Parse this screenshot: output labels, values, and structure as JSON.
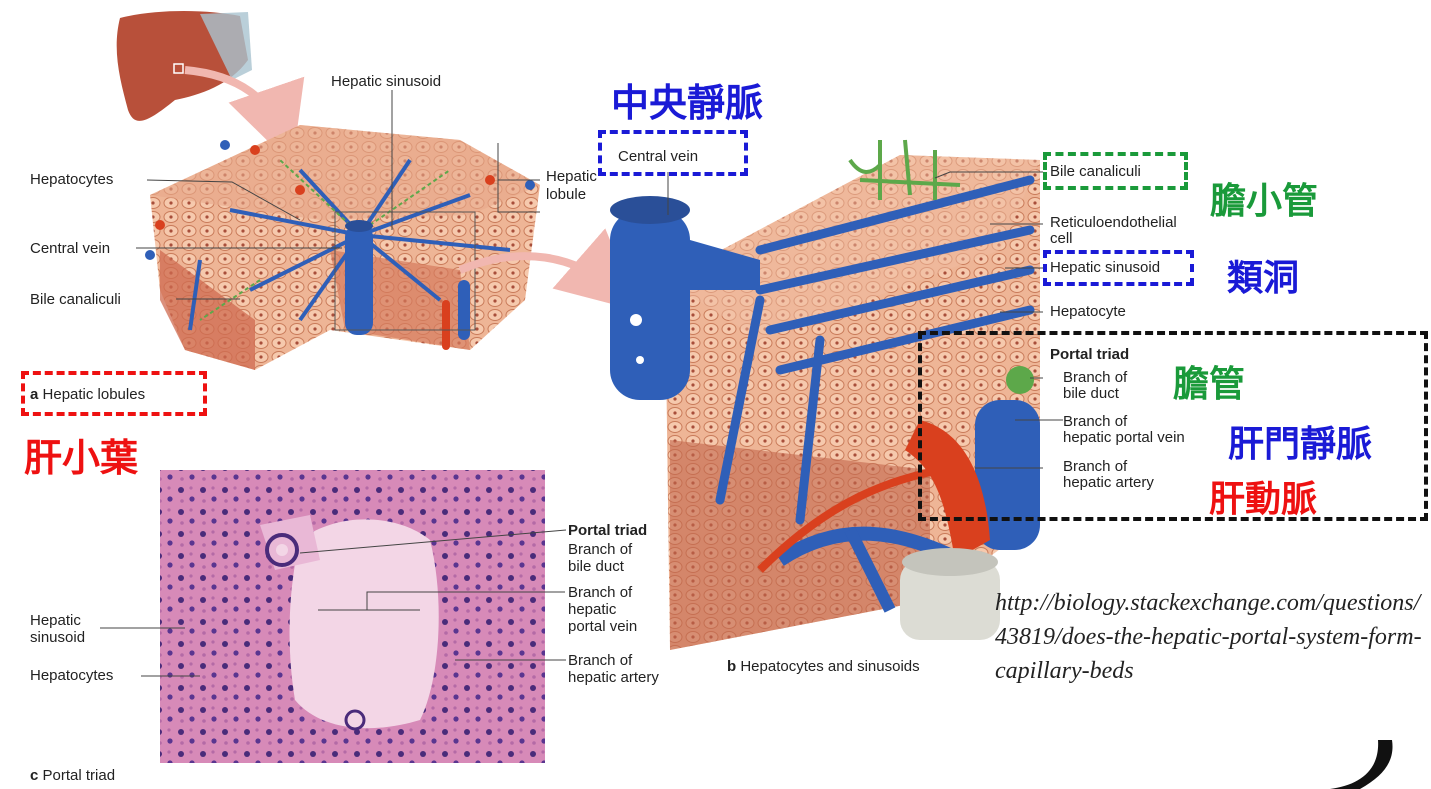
{
  "panel_a": {
    "caption_letter": "a",
    "caption": "Hepatic lobules",
    "labels": {
      "hepatic_sinusoid": "Hepatic sinusoid",
      "hepatocytes": "Hepatocytes",
      "hepatic_lobule": "Hepatic lobule",
      "central_vein": "Central vein",
      "bile_canaliculi": "Bile canaliculi"
    }
  },
  "panel_b": {
    "caption_letter": "b",
    "caption": "Hepatocytes and sinusoids",
    "labels": {
      "central_vein": "Central vein",
      "bile_canaliculi": "Bile canaliculi",
      "reticulo_line1": "Reticuloendothelial",
      "reticulo_line2": "cell",
      "hepatic_sinusoid": "Hepatic sinusoid",
      "hepatocyte": "Hepatocyte",
      "portal_triad": "Portal triad",
      "bile_duct_1": "Branch of",
      "bile_duct_2": "bile duct",
      "portal_vein_1": "Branch of",
      "portal_vein_2": "hepatic portal vein",
      "artery_1": "Branch of",
      "artery_2": "hepatic artery"
    }
  },
  "panel_c": {
    "caption_letter": "c",
    "caption": "Portal triad",
    "labels": {
      "portal_triad": "Portal triad",
      "bile_duct_1": "Branch of",
      "bile_duct_2": "bile duct",
      "portal_vein_1": "Branch of",
      "portal_vein_2": "hepatic",
      "portal_vein_3": "portal vein",
      "artery_1": "Branch of",
      "artery_2": "hepatic artery",
      "sinusoid_1": "Hepatic",
      "sinusoid_2": "sinusoid",
      "hepatocytes": "Hepatocytes"
    }
  },
  "annotations": {
    "central_vein_zh": "中央靜脈",
    "bile_canaliculi_zh": "膽小管",
    "sinusoid_zh": "類洞",
    "lobule_zh": "肝小葉",
    "bile_duct_zh": "膽管",
    "portal_vein_zh": "肝門靜脈",
    "artery_zh": "肝動脈"
  },
  "source_url": "http://biology.stackexchange.com/questions/43819/does-the-hepatic-portal-system-form-capillary-beds",
  "colors": {
    "vein_blue": "#2f5fb8",
    "artery_red": "#d9401e",
    "bile_green": "#5da84a",
    "tissue": "#e9a584",
    "annotation_blue": "#1a1ad6",
    "annotation_red": "#ee1111",
    "annotation_green": "#1a9a3a",
    "annotation_black": "#111111"
  }
}
